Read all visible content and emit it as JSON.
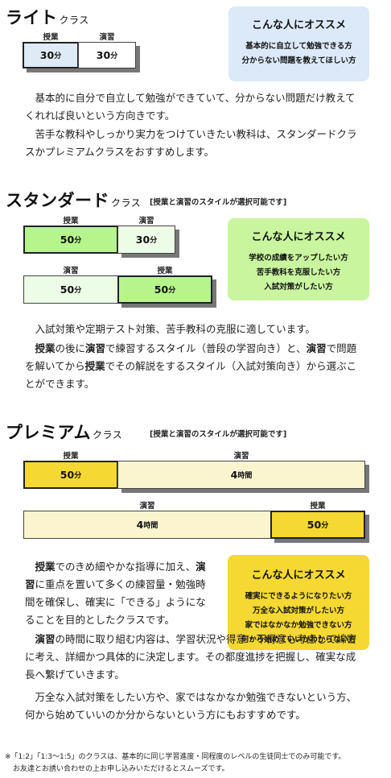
{
  "light": {
    "title": "ライト",
    "title_small": "クラス",
    "captions": [
      "授業",
      "演習"
    ],
    "boxes": [
      {
        "value": "30",
        "unit": "分"
      },
      {
        "value": "30",
        "unit": "分"
      }
    ],
    "rec_heading": "こんな人にオススメ",
    "rec_lines": [
      "基本的に自立して勉強できる方",
      "分からない問題を教えてほしい方"
    ],
    "paragraphs": [
      "基本的に自分で自立して勉強ができていて、分からない問題だけ教えてくれれば良いという方向きです。",
      "苦手な教科やしっかり実力をつけていきたい教科は、スタンダードクラスかプレミアムクラスをおすすめします。"
    ]
  },
  "standard": {
    "title": "スタンダード",
    "title_small": "クラス",
    "note": "[授業と演習のスタイルが選択可能です]",
    "row1": {
      "captions": [
        "授業",
        "演習"
      ],
      "boxes": [
        {
          "value": "50",
          "unit": "分"
        },
        {
          "value": "30",
          "unit": "分"
        }
      ]
    },
    "row2": {
      "captions": [
        "演習",
        "授業"
      ],
      "boxes": [
        {
          "value": "50",
          "unit": "分"
        },
        {
          "value": "50",
          "unit": "分"
        }
      ]
    },
    "rec_heading": "こんな人にオススメ",
    "rec_lines": [
      "学校の成績をアップしたい方",
      "苦手教科を克服したい方",
      "入試対策がしたい方"
    ],
    "para1": "入試対策や定期テスト対策、苦手教科の克服に適しています。",
    "para2": {
      "w1": "授業",
      "t1": "の後に",
      "w2": "演習",
      "t2": "で練習するスタイル（普段の学習向き）と、",
      "w3": "演習",
      "t3": "で問題を解いてから",
      "w4": "授業",
      "t4": "でその解説をするスタイル（入試対策向き）から選ぶことができます。"
    }
  },
  "premium": {
    "title": "プレミアム",
    "title_small": "クラス",
    "note": "[授業と演習のスタイルが選択可能です]",
    "row1": {
      "captions": [
        "授業",
        "演習"
      ],
      "boxes": [
        {
          "value": "50",
          "unit": "分"
        },
        {
          "value": "4",
          "unit": "時間"
        }
      ]
    },
    "row2": {
      "captions": [
        "演習",
        "授業"
      ],
      "boxes": [
        {
          "value": "4",
          "unit": "時間"
        },
        {
          "value": "50",
          "unit": "分"
        }
      ]
    },
    "rec_heading": "こんな人にオススメ",
    "rec_lines": [
      "確実にできるようになりたい方",
      "万全な入試対策がしたい方",
      "家ではなかなか勉強できない方",
      "何から始めていいかわからない方"
    ],
    "para1": {
      "w1": "授業",
      "t1": "でのきめ細やかな指導に加え、",
      "w2": "演習",
      "t2": "に重点を置いて多くの練習量・勉強時間を確保し、確実に「できる」ようになることを目的としたクラスです。"
    },
    "para2": {
      "w1": "演習",
      "t1": "の時間に取り組む内容は、学習状況や得意・不得意も考慮して綿密に考え、詳細かつ具体的に決定します。その都度進捗を把握し、確実な成長へ繋げていきます。"
    },
    "para3": "万全な入試対策をしたい方や、家ではなかなか勉強できないという方、何から始めていいのか分からないという方にもおすすめです。"
  },
  "footnote": {
    "line1": "※「1:2」「1:3〜1:5」のクラスは、基本的に同じ学習進度・同程度のレベルの生徒同士でのみ可能です。",
    "line2": "お友達とお誘い合わせの上お申し込みいただけるとスムーズです。"
  },
  "colors": {
    "light_box": "#dfeaf7",
    "light_rec": "#dbe9f8",
    "standard_box": "#b6f58c",
    "standard_box_light": "#edfce6",
    "standard_rec": "#c8f59e",
    "premium_box": "#f5d832",
    "premium_box_light": "#fbf5cf",
    "premium_rec": "#f5d832"
  }
}
